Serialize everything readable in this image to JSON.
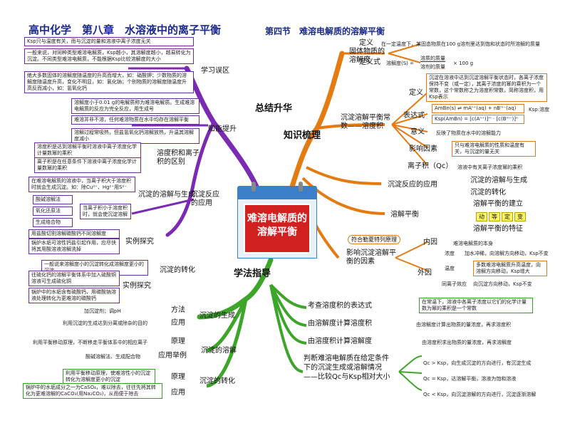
{
  "header": {
    "title": "高中化学　第八章　水溶液中的离子平衡",
    "section": "第四节　难溶电解质的溶解平衡"
  },
  "center": {
    "label": "难溶电解质的溶解平衡"
  },
  "colors": {
    "summary": "#7b2bb3",
    "knowledge": "#e57a10",
    "method": "#3da52a",
    "title": "#1a2a8c",
    "center": "#d02020"
  },
  "summary": {
    "label": "总结升华",
    "study_zone": {
      "label": "学习误区",
      "notes": [
        "Ksp只与温度有关，而与沉淀的量和溶液中离子浓度无关",
        "一般来说，对同种类型难溶电解质，Ksp越小，其溶解度越小，越易转化为沉淀。不同类型难溶电解质，不能根据Ksp比较溶解度的大小",
        "绝大多数固体的溶解度随温度的升高而增大，如：硝酸钾；少数物质的溶解度随温度升高，变化不明显，如：氯化钠；个别物质的溶解度随温度升高反而减小，如：氢氧化钙"
      ]
    },
    "knowledge_up": {
      "label": "知能提升",
      "notes": [
        "溶解度小于0.01 g的电解质称为难溶电解质。生成难溶电解质的反应为完全反应，用生成号",
        "难溶并非不溶，任何难溶物质在水中均存在溶解平衡",
        "溶解过程常吸热，但盐氢氧化钙溶解放热，升温其溶解度减小"
      ]
    },
    "ksp_vs_s": {
      "label": "溶度积和离子积的区别",
      "notes": [
        "溶度积是达到溶解平衡时溶液中离子浓度化学计量数幂的乘积",
        "离子积是在任意条件下溶液中离子浓度化学计量数幂的乘积"
      ]
    },
    "precip_app": {
      "label": "沉淀反应的应用",
      "dissolve_form": "沉淀的溶解与生成",
      "notes_left": [
        "在难溶电解质的溶液中，当离子积大于溶度积时就会生成沉淀。如：除Cu²⁺、Hg²⁺用S²⁻",
        "酸碱溶解法",
        "氧化还原法",
        "生成络合物"
      ],
      "dissolve_note": "当离子积小于溶度积时，就会使沉淀溶解",
      "experiment": "实例探究",
      "exp_notes": [
        "用盐酸切割溶解碳酸钙不同溶解度",
        "锅炉水垢可溶性钙盐引起作用，应尽快将其用酸溶液溶解洗掉"
      ],
      "conversion": "沉淀的转化",
      "conv_note": "一般说来溶解度小的沉淀转化成溶解度更小的沉淀",
      "conv_exp": "实例探究",
      "conv_notes": [
        "往硫化钙的溶解平衡体系中加入硫酸铜溶液可生成硫化铜",
        "锅炉中的水垢含有硫酸钙，用碳酸钠溶液处理转化为更难溶的碳酸钙"
      ]
    }
  },
  "knowledge": {
    "label": "知识梳理",
    "solid_solubility": {
      "label": "固体物质的溶解度",
      "def_label": "定义",
      "def_text": "在一定温度下，某固态物质在100 g溶剂里达到饱和状态时所溶解的质量",
      "formula_label": "定义式",
      "formula_lhs": "溶解度(S) =",
      "formula_num": "溶质的质量",
      "formula_den": "溶剂的质量",
      "formula_tail": "× 100 g"
    },
    "ksp": {
      "label": "沉淀溶解平衡常数——溶度积",
      "def_label": "定义",
      "def_text": "沉淀在溶液中达到沉淀溶解平衡状态时，各离子浓度保持不变（或一定），其离子浓度的幂的乘积为一个常数，这个常数称之为溶度积常数，简称溶度积，用Ksp表示",
      "expr_label": "表达式",
      "expr_1": "AmBn(s) ⇌ mAⁿ⁺(aq) + nBᵐ⁻(aq)",
      "expr_2": "Ksp(AmBn) = [c(Aⁿ⁺)]ᵐ · [c(Bᵐ⁻)]ⁿ",
      "expr_note": "Ksp:溶度",
      "meaning_label": "意义",
      "meaning_text": "反映了物质在水中的溶解能力",
      "factor_label": "影响因素",
      "factor_text": "只与难溶电解质的性质和温度有关，与沉淀的量无关",
      "qc_label": "离子积（Qc）",
      "qc_text": "溶液中有关离子浓度幂的乘积"
    },
    "app": {
      "label": "沉淀反应的应用",
      "items": [
        "沉淀的溶解与生成",
        "沉淀的转化"
      ]
    },
    "equilibrium": {
      "label": "溶解平衡",
      "establish": "溶解平衡的建立",
      "traits_label": "溶解平衡的特征",
      "traits": [
        "动",
        "等",
        "定",
        "变"
      ],
      "rule_tag": "符合勒夏特列原理"
    },
    "factors": {
      "label": "影响沉淀溶解平衡的因素",
      "internal_label": "内因",
      "internal_text": "难溶电解质的本身",
      "external_label": "外因",
      "concentration": "浓度",
      "concentration_text": "加水冲稀，向溶解方向移动，Ksp不变",
      "temperature": "温度",
      "temperature_text": "多数难溶电解质升高温度，向溶解方向移动，Ksp增大",
      "common_ion": "同离子效应",
      "common_ion_text": "向沉淀方向移动，Ksp不变"
    }
  },
  "method": {
    "label": "学法指导",
    "items": [
      {
        "q": "考查溶度积的表达式",
        "a": "在常温下，溶液中各离子浓度以它们的化学计量数为幂的乘积是一个常数"
      },
      {
        "q": "由溶解度计算溶度积",
        "a": "由溶解度计算出物质的量浓度，再求溶度积"
      },
      {
        "q": "由溶度积计算溶解度",
        "a": "由溶度积求出物质的量浓度，再求溶解度"
      }
    ],
    "judge": {
      "label_1": "判断难溶电解质在给定条件",
      "label_2": "下的沉淀生成或溶解情况",
      "label_3": "——比较Qc与Ksp相对大小",
      "cases": [
        "Qc > Ksp，向生成沉淀的方向进行，有沉淀生成",
        "Qc = Ksp，达溶解平衡，溶液为饱和溶液",
        "Qc < Ksp，向沉淀溶解的方向进行，沉淀逐渐溶解"
      ]
    },
    "generate": {
      "label": "沉淀的生成",
      "method": "方法",
      "method_text": "加沉淀剂；调pH",
      "app": "应用",
      "app_text": "利用沉淀的生成达到分离或除杂的目的"
    },
    "dissolve": {
      "label": "沉淀的溶解",
      "principle": "原理",
      "principle_text": "利用平衡移动原理，不断移走平衡体系中的相应离子",
      "example": "应用举例",
      "example_text": "酸碱溶解法、生成配合物"
    },
    "convert": {
      "label": "沉淀的转化",
      "principle": "原理",
      "principle_text": "利用平衡移动原理，使难溶性小的沉淀转化为溶解度更小的沉淀",
      "app": "应用",
      "app_text": "锅炉中的水垢成分之一为CaSO₄，难以除去，往往先将其转化为更难溶解的CaCO₃(用Na₂CO₃)，从而便于除去"
    }
  }
}
